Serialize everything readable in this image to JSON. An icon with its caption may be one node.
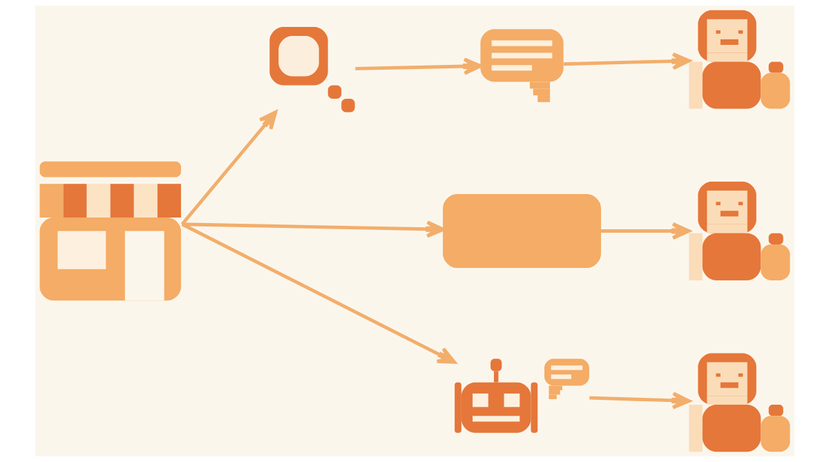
{
  "diagram": {
    "nodes": [
      {
        "text": [],
        "shape": "picture"
      },
      {
        "text": [],
        "shape": "picture"
      },
      {
        "text": [],
        "shape": "picture"
      },
      {
        "text": [],
        "shape": "person"
      },
      {
        "text": [],
        "shape": "box"
      },
      {
        "text": [],
        "shape": "person"
      },
      {
        "text": [],
        "shape": "picture"
      },
      {
        "text": [],
        "shape": "person"
      }
    ],
    "edges": [
      {
        "from": 0,
        "to": 1,
        "arrow": "to"
      },
      {
        "from": 1,
        "to": 2,
        "arrow": "to"
      },
      {
        "from": 2,
        "to": 3,
        "arrow": "to"
      },
      {
        "from": 0,
        "to": 4,
        "arrow": "to"
      },
      {
        "from": 4,
        "to": 5,
        "arrow": "to"
      },
      {
        "from": 0,
        "to": 6,
        "arrow": "to"
      },
      {
        "from": 6,
        "to": 7,
        "arrow": "to"
      }
    ]
  }
}
